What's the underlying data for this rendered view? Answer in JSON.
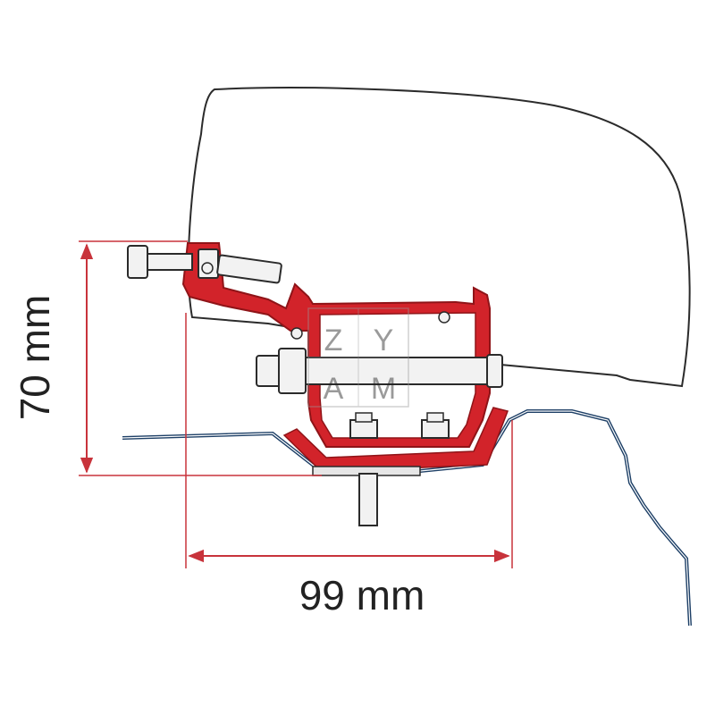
{
  "dimensions": {
    "height_label": "70 mm",
    "width_label": "99 mm"
  },
  "watermark": {
    "letters": [
      "Z",
      "Y",
      "A",
      "M"
    ]
  },
  "colors": {
    "bracket_red": "#d2232a",
    "bracket_red_dark": "#8f1418",
    "dimension_line": "#c8333b",
    "roof_blue": "#1d3f66",
    "outline": "#2b2b2b",
    "bolt_fill": "#f2f2f2"
  }
}
